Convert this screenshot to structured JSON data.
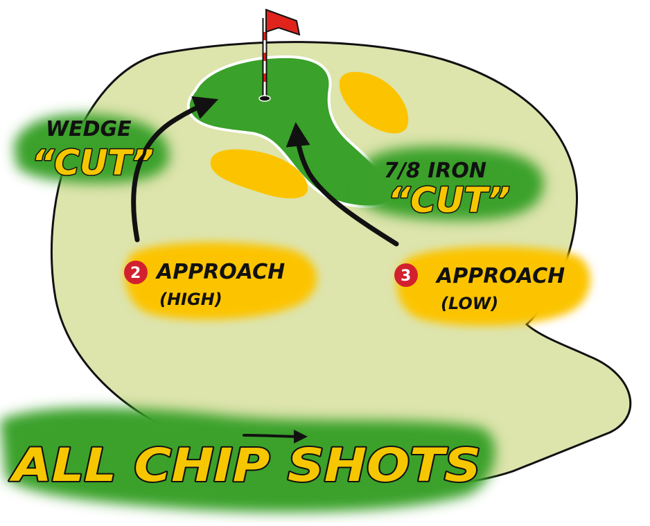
{
  "labels": {
    "left_club": "WEDGE",
    "left_shot": "“CUT”",
    "right_club": "7/8 IRON",
    "right_shot": "“CUT”",
    "approach_high_num": "2",
    "approach_high_title": "APPROACH",
    "approach_high_sub": "(HIGH)",
    "approach_low_num": "3",
    "approach_low_title": "APPROACH",
    "approach_low_sub": "(LOW)",
    "footer": "ALL CHIP SHOTS"
  },
  "colors": {
    "fairway": "#dde4ac",
    "green": "#3aa12a",
    "bunker": "#fcc400",
    "flag": "#e0241c",
    "marker": "#d2202e",
    "label_yellow": "#f6c700",
    "outline": "#111111"
  }
}
